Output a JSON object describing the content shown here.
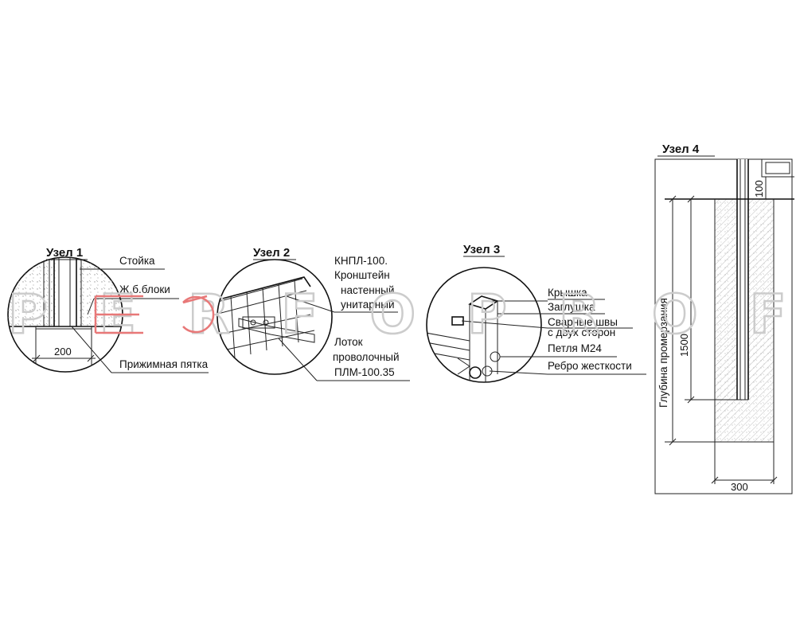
{
  "watermark": "PERFOPROF",
  "node1": {
    "title": "Узел 1",
    "labels": [
      "Стойка",
      "Ж.б.блоки",
      "Прижимная пятка"
    ],
    "dim": "200"
  },
  "node2": {
    "title": "Узел 2",
    "label_bracket": [
      "КНПЛ-100.",
      "Кронштейн",
      "настенный",
      "унитарный"
    ],
    "label_tray": [
      "Лоток",
      "проволочный",
      "ПЛМ-100.35"
    ]
  },
  "node3": {
    "title": "Узел 3",
    "labels": [
      "Крышка",
      "Заглушка",
      "Сварные швы",
      "с двух сторон",
      "Петля  М24",
      "Ребро жесткости"
    ]
  },
  "node4": {
    "title": "Узел 4",
    "vertical_label": "Глубина промерзания",
    "dim_depth": "1500",
    "dim_top": "100",
    "dim_width": "300"
  }
}
